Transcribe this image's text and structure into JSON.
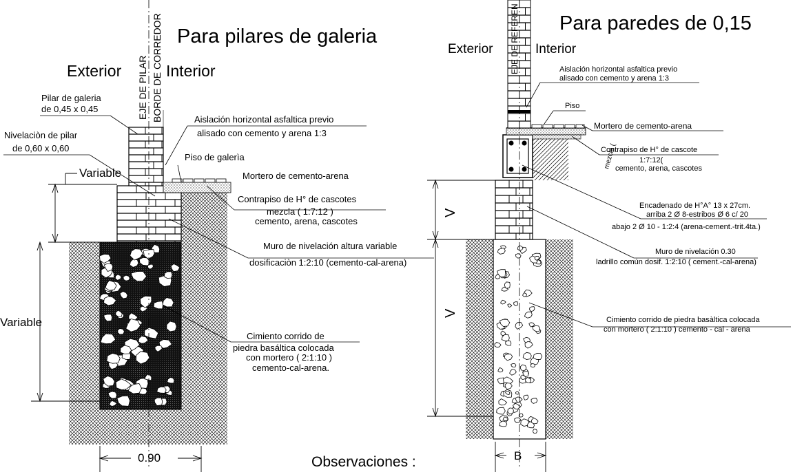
{
  "left": {
    "title": "Para pilares de galeria",
    "exterior": "Exterior",
    "interior": "Interior",
    "axis_label_1": "EJE DE PILAR",
    "axis_label_2": "BORDE DE CORREDOR",
    "pilar_l1": "Pilar de galeria",
    "pilar_l2": "de 0,45 x 0,45",
    "niv_l1": "Nivelaciòn de pilar",
    "niv_l2": "de 0,60 x 0,60",
    "aisl_l1": "Aislación horizontal asfaltica previo",
    "aisl_l2": "alisado con cemento y arena 1:3",
    "piso": "Piso de galerìa",
    "variable_top": "Variable",
    "mortero": "Mortero de cemento-arena",
    "contra_l1": "Contrapiso de H° de cascotes",
    "contra_l2": "mezcla ( 1:7:12 )",
    "contra_l3": "cemento, arena, cascotes",
    "muro_l1": "Muro de nivelación altura variable",
    "muro_l2": "dosificaciòn  1:2:10 (cemento-cal-arena)",
    "variable_side": "Variable",
    "cim_l1": "Cimiento corrido de",
    "cim_l2": "piedra basáltica colocada",
    "cim_l3": "con mortero ( 2:1:10 )",
    "cim_l4": "cemento-cal-arena.",
    "dim_bottom": "0.90"
  },
  "right": {
    "title": "Para paredes de 0,15",
    "exterior": "Exterior",
    "interior": "Interior",
    "axis_label": "EJE DE REFEREN",
    "aisl_l1": "Aislación horizontal asfaltica previo",
    "aisl_l2": "alisado con cemento y arena 1:3",
    "piso": "Piso",
    "mortero": "Mortero de cemento-arena",
    "contra_l1": "Contrapiso de H° de cascote",
    "contra_l2": "1:7:12(",
    "contra_l3": "cemento, arena, cascotes",
    "contra_rot": "mezcla (",
    "enc_l1": "Encadenado de H°A° 13 x 27cm.",
    "enc_l2": "arriba 2 Ø 8-estribos Ø 6 c/ 20",
    "enc_l3": "abajo 2 Ø 10 - 1:2:4 (arena-cement.-trit.4ta.)",
    "v_upper": "V",
    "v_lower": "V",
    "muro_l1": "Muro de nivelación 0.30",
    "muro_l2": "ladrillo común dosif. 1:2:10 ( cement.-cal-arena)",
    "cim_l1": "Cimiento corrido de piedra basàltica colocada",
    "cim_l2": "con mortero ( 2:1:10 )  cemento - cal - arena",
    "dim_bottom": "B"
  },
  "observaciones": "Observaciones :"
}
